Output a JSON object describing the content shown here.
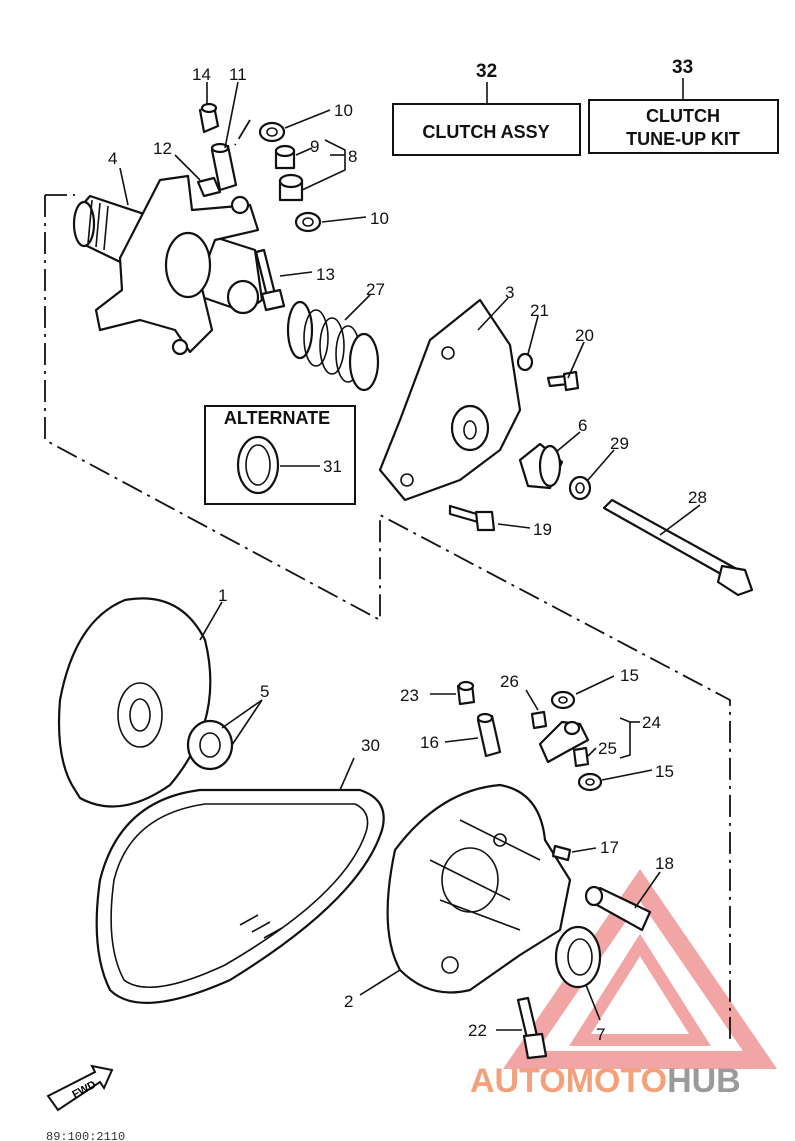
{
  "labels": {
    "p1": "1",
    "p2": "2",
    "p3": "3",
    "p4": "4",
    "p5": "5",
    "p6": "6",
    "p7": "7",
    "p8": "8",
    "p9": "9",
    "p10a": "10",
    "p10b": "10",
    "p11": "11",
    "p12": "12",
    "p13": "13",
    "p14": "14",
    "p15a": "15",
    "p15b": "15",
    "p16": "16",
    "p17": "17",
    "p18": "18",
    "p19": "19",
    "p20": "20",
    "p21": "21",
    "p22": "22",
    "p23": "23",
    "p24": "24",
    "p25": "25",
    "p26": "26",
    "p27": "27",
    "p28": "28",
    "p29": "29",
    "p30": "30",
    "p31": "31",
    "p32": "32",
    "p33": "33"
  },
  "boxes": {
    "clutch_assy": "CLUTCH ASSY",
    "tuneup_line1": "CLUTCH",
    "tuneup_line2": "TUNE-UP KIT",
    "alternate": "ALTERNATE"
  },
  "fwd": "FWD",
  "footer_code": "89:100:2110",
  "watermark": {
    "part1": "AUTOMOTO",
    "part2": "HUB"
  }
}
